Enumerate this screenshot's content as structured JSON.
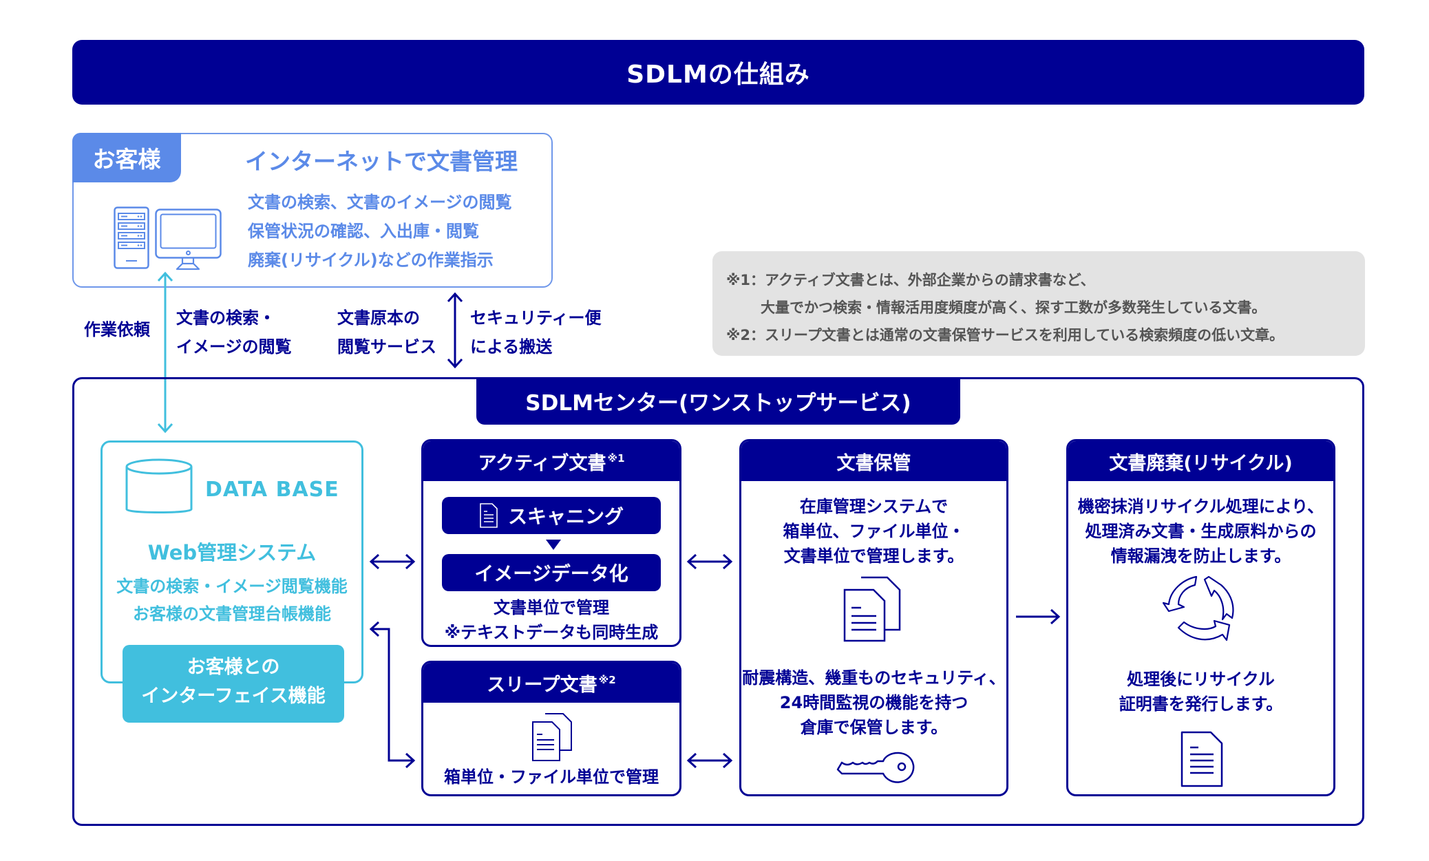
{
  "title": "SDLMの仕組み",
  "customer": {
    "tab_label": "お客様",
    "heading": "インターネットで文書管理",
    "lines": [
      "文書の検索、文書のイメージの閲覧",
      "保管状況の確認、入出庫・閲覧",
      "廃棄(リサイクル)などの作業指示"
    ],
    "icons": [
      "server-tower-icon",
      "desktop-monitor-icon"
    ]
  },
  "flow_labels": {
    "work_request": "作業依頼",
    "search_view": [
      "文書の検索・",
      "イメージの閲覧"
    ],
    "original_view": [
      "文書原本の",
      "閲覧サービス"
    ],
    "security_transport": [
      "セキュリティー便",
      "による搬送"
    ]
  },
  "notes": {
    "note1_line1": "※1：アクティブ文書とは、外部企業からの請求書など、",
    "note1_line2": "大量でかつ検索・情報活用度頻度が高く、探す工数が多数発生している文書。",
    "note2": "※2：スリープ文書とは通常の文書保管サービスを利用している検索頻度の低い文章。"
  },
  "center": {
    "heading": "SDLMセンター(ワンストップサービス)",
    "database": {
      "label": "DATA BASE",
      "system_title": "Web管理システム",
      "lines": [
        "文書の検索・イメージ閲覧機能",
        "お客様の文書管理台帳機能"
      ],
      "interface_label": [
        "お客様との",
        "インターフェイス機能"
      ]
    },
    "active": {
      "heading": "アクティブ文書",
      "heading_note": "※1",
      "step1": "スキャニング",
      "step2": "イメージデータ化",
      "lines": [
        "文書単位で管理",
        "※テキストデータも同時生成"
      ]
    },
    "sleep": {
      "heading": "スリープ文書",
      "heading_note": "※2",
      "line": "箱単位・ファイル単位で管理"
    },
    "storage": {
      "heading": "文書保管",
      "lines1": [
        "在庫管理システムで",
        "箱単位、ファイル単位・",
        "文書単位で管理します。"
      ],
      "lines2": [
        "耐震構造、幾重ものセキュリティ、",
        "24時間監視の機能を持つ",
        "倉庫で保管します。"
      ]
    },
    "recycle": {
      "heading": "文書廃棄(リサイクル)",
      "lines1": [
        "機密抹消リサイクル処理により、",
        "処理済み文書・生成原料からの",
        "情報漏洩を防止します。"
      ],
      "lines2": [
        "処理後にリサイクル",
        "証明書を発行します。"
      ]
    }
  },
  "colors": {
    "navy": "#000094",
    "customer_blue": "#5b8ae8",
    "database_cyan": "#41bfde",
    "note_bg": "#e3e3e3"
  }
}
